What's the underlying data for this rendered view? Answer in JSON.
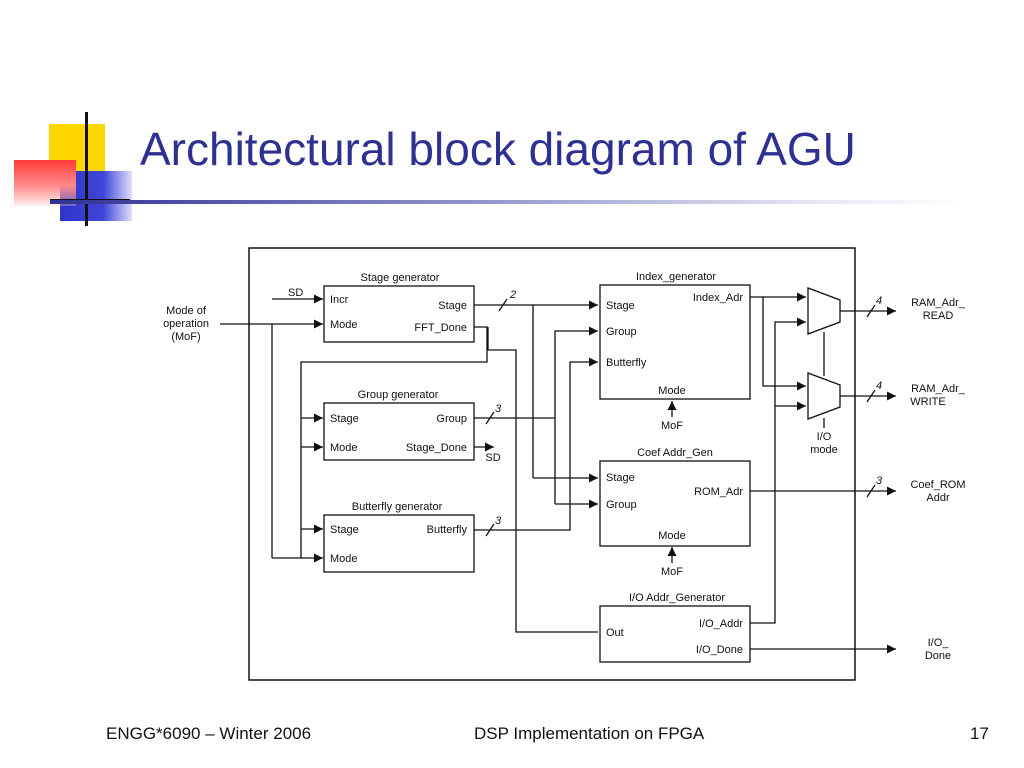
{
  "slide": {
    "title": "Architectural block diagram of AGU",
    "footer_left": "ENGG*6090 – Winter 2006",
    "footer_center": "DSP Implementation on FPGA",
    "footer_right": "17"
  },
  "diagram": {
    "stage_generator": {
      "title": "Stage generator",
      "inputs": [
        "Incr",
        "Mode"
      ],
      "outputs": [
        "Stage",
        "FFT_Done"
      ]
    },
    "group_generator": {
      "title": "Group generator",
      "inputs": [
        "Stage",
        "Mode"
      ],
      "outputs": [
        "Group",
        "Stage_Done"
      ]
    },
    "butterfly_generator": {
      "title": "Butterfly generator",
      "inputs": [
        "Stage",
        "Mode"
      ],
      "outputs": [
        "Butterfly"
      ]
    },
    "index_generator": {
      "title": "Index_generator",
      "inputs": [
        "Stage",
        "Group",
        "Butterfly"
      ],
      "outputs": [
        "Index_Adr"
      ],
      "mode": "Mode",
      "mode_input": "MoF"
    },
    "coef_addr_gen": {
      "title": "Coef Addr_Gen",
      "inputs": [
        "Stage",
        "Group"
      ],
      "outputs": [
        "ROM_Adr"
      ],
      "mode": "Mode",
      "mode_input": "MoF"
    },
    "io_addr_generator": {
      "title": "I/O Addr_Generator",
      "inputs": [
        "Out"
      ],
      "outputs": [
        "I/O_Addr",
        "I/O_Done"
      ]
    },
    "external_inputs": {
      "sd_in": "SD",
      "mof_line1": "Mode of",
      "mof_line2": "operation",
      "mof_line3": "(MoF)"
    },
    "sd_out": "SD",
    "bus_widths": {
      "stage": "2",
      "group": "3",
      "butterfly": "3",
      "ram_read": "4",
      "ram_write": "4",
      "coef_rom": "3"
    },
    "io_mode_line1": "I/O",
    "io_mode_line2": "mode",
    "outputs": {
      "ram_read_line1": "RAM_Adr_",
      "ram_read_line2": "READ",
      "ram_write_line1": "RAM_Adr_",
      "ram_write_line2": "WRITE",
      "coef_rom_line1": "Coef_ROM",
      "coef_rom_line2": "Addr",
      "io_done_line1": "I/O_",
      "io_done_line2": "Done"
    }
  }
}
